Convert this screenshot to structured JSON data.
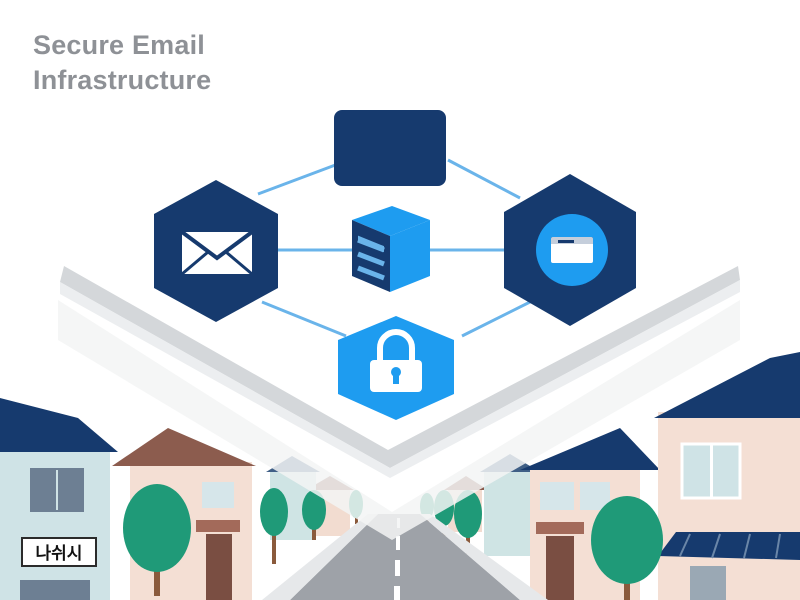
{
  "title": {
    "line1": "Secure Email",
    "line2": "Infrastructure"
  },
  "sign": {
    "text": "나쉬시"
  },
  "colors": {
    "navy": "#163a6e",
    "accent_blue": "#1e9cf0",
    "link_blue": "#6ab4ea",
    "road": "#9ea2a8",
    "tree": "#1f9a78",
    "title_gray": "#8e9196"
  },
  "icons": {
    "left_hexagon": "envelope-icon",
    "right_hexagon": "email-card-icon",
    "center": "server-icon",
    "bottom": "padlock-icon",
    "top": "monitor-icon"
  }
}
